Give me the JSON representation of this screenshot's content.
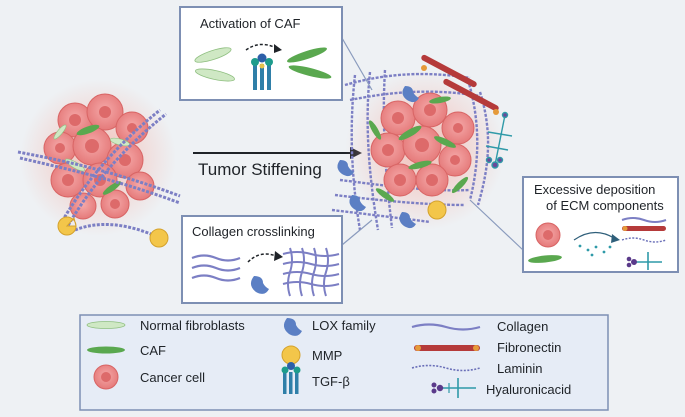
{
  "boxes": {
    "activation": {
      "title": "Activation of CAF"
    },
    "crosslinking": {
      "title": "Collagen crosslinking"
    },
    "deposition": {
      "title_line1": "Excessive deposition",
      "title_line2": "of ECM components"
    }
  },
  "arrow": {
    "label": "Tumor Stiffening"
  },
  "legend": {
    "normal_fibroblasts": "Normal fibroblasts",
    "caf": "CAF",
    "cancer_cell": "Cancer cell",
    "lox_family": "LOX family",
    "mmp": "MMP",
    "tgf_beta": "TGF-β",
    "collagen": "Collagen",
    "fibronectin": "Fibronectin",
    "laminin": "Laminin",
    "hyaluronic_acid": "Hyaluronicacid"
  },
  "colors": {
    "background": "#eef1f4",
    "box_border": "#7d8fb3",
    "legend_fill": "#e6ecf6",
    "cancer_cell": "#ee8e8e",
    "caf": "#5aa84f",
    "normal_fibroblast": "#cfe8c4",
    "collagen": "#7c7fc4",
    "lox": "#5b7fc4",
    "mmp": "#f3c64a",
    "fibronectin": "#b53a3a",
    "tgf_receptor": "#2f7fa8"
  }
}
